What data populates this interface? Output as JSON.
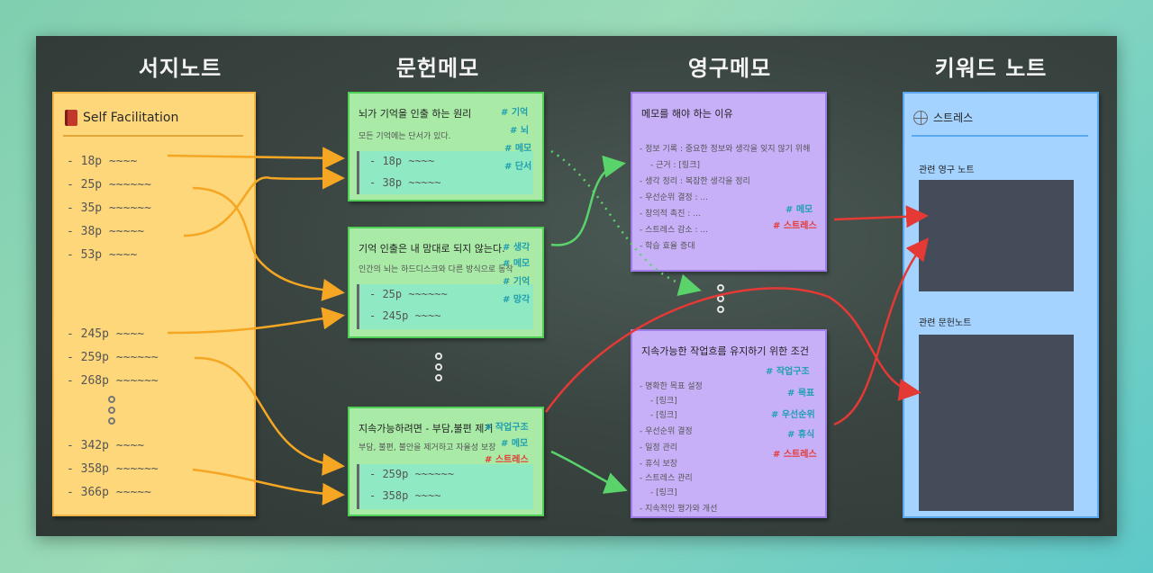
{
  "columns": {
    "source": "서지노트",
    "literature": "문헌메모",
    "permanent": "영구메모",
    "keyword": "키워드 노트"
  },
  "source_note": {
    "title": "Self Facilitation",
    "icon": "book-icon",
    "items": [
      "- 18p ~~~~",
      "- 25p ~~~~~~",
      "- 35p ~~~~~~",
      "- 38p ~~~~~",
      "- 53p ~~~~",
      "- 245p ~~~~",
      "- 259p ~~~~~~",
      "- 268p ~~~~~~",
      "- 342p ~~~~",
      "- 358p ~~~~~~",
      "- 366p ~~~~~"
    ]
  },
  "literature_notes": [
    {
      "title": "뇌가 기억을 인출 하는 원리",
      "subtitle": "모든 기억에는 단서가 있다.",
      "tags": [
        "# 기억",
        "# 뇌",
        "# 메모",
        "# 단서"
      ],
      "refs": [
        "- 18p ~~~~",
        "- 38p ~~~~~"
      ]
    },
    {
      "title": "기억 인출은 내 맘대로 되지 않는다.",
      "subtitle": "인간의 뇌는 하드디스크와 다른 방식으로 동작",
      "tags": [
        "# 생각",
        "# 메모",
        "# 기억",
        "# 망각"
      ],
      "refs": [
        "- 25p ~~~~~~",
        "- 245p ~~~~"
      ]
    },
    {
      "title": "지속가능하려면 - 부담,불편 제거",
      "subtitle": "부담, 불편, 불안을 제거하고 자율성 보장",
      "tags": [
        "# 작업구조",
        "# 메모",
        "# 스트레스"
      ],
      "refs": [
        "- 259p ~~~~~~",
        "- 358p ~~~~"
      ]
    }
  ],
  "permanent_notes": [
    {
      "title": "메모를 해야 하는 이유",
      "items": [
        "- 정보 기록 : 중요한 정보와 생각을 잊지 않기 위해",
        "    - 근거 : [링크]",
        "- 생각 정리 : 복잡한 생각을 정리",
        "- 우선순위 결정 : ...",
        "- 창의적 촉진 : ...",
        "- 스트레스 감소 : ...",
        "- 학습 효율 증대"
      ],
      "tags": [
        "# 메모",
        "# 스트레스"
      ]
    },
    {
      "title": "지속가능한 작업흐름 유지하기 위한 조건",
      "items": [
        "- 명확한 목표 설정",
        "    - [링크]",
        "    - [링크]",
        "- 우선순위 결정",
        "- 일정 관리",
        "- 휴식 보장",
        "- 스트레스 관리",
        "    - [링크]",
        "- 지속적인 평가와 개선"
      ],
      "tags": [
        "# 작업구조",
        "# 목표",
        "# 우선순위",
        "# 휴식",
        "# 스트레스"
      ]
    }
  ],
  "keyword_note": {
    "title": "스트레스",
    "icon": "spider-web-icon",
    "related_permanent": "관련 영구 노트",
    "related_literature": "관련 문헌노트"
  },
  "colors": {
    "yellow": "#fdd77a",
    "green": "#a8eaa6",
    "purple": "#c7b0f7",
    "blue": "#a4d3ff",
    "arrow_orange": "#f5a623",
    "arrow_green": "#5ad46a",
    "arrow_red": "#e53935"
  }
}
